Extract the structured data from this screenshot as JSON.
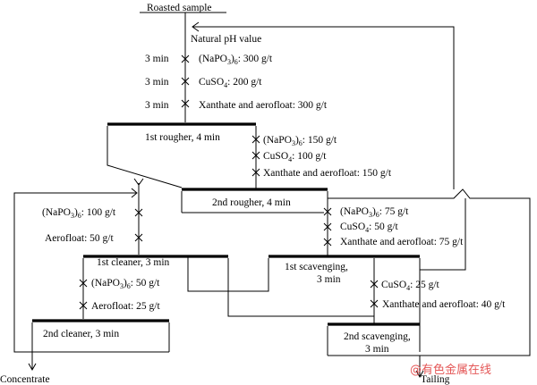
{
  "feed": {
    "label": "Roasted sample",
    "ph_note": "Natural pH value"
  },
  "conditioning": [
    {
      "time": "3 min",
      "prefix": "(NaPO",
      "sub": "3",
      "mid": ")",
      "sub2": "6",
      "suffix": ": 300 g/t"
    },
    {
      "time": "3 min",
      "prefix": "CuSO",
      "sub": "4",
      "mid": "",
      "sub2": "",
      "suffix": ": 200 g/t"
    },
    {
      "time": "3 min",
      "prefix": "Xanthate and aerofloat: 300 g/t",
      "sub": "",
      "mid": "",
      "sub2": "",
      "suffix": ""
    }
  ],
  "units": {
    "rougher1": "1st rougher, 4 min",
    "rougher2": "2nd rougher, 4 min",
    "cleaner1": "1st cleaner, 3 min",
    "cleaner2": "2nd cleaner, 3 min",
    "scav1_line1": "1st scavenging,",
    "scav1_line2": "3 min",
    "scav2_line1": "2nd scavenging,",
    "scav2_line2": "3 min"
  },
  "rougher2_reagents": [
    {
      "prefix": "(NaPO",
      "sub": "3",
      "mid": ")",
      "sub2": "6",
      "suffix": ": 150 g/t"
    },
    {
      "prefix": "CuSO",
      "sub": "4",
      "mid": "",
      "sub2": "",
      "suffix": ": 100 g/t"
    },
    {
      "prefix": "Xanthate and aerofloat: 150 g/t",
      "sub": "",
      "mid": "",
      "sub2": "",
      "suffix": ""
    }
  ],
  "cleaner1_reagents": [
    {
      "prefix": "(NaPO",
      "sub": "3",
      "mid": ")",
      "sub2": "6",
      "suffix": ": 100 g/t"
    },
    {
      "prefix": "Aerofloat: 50 g/t",
      "sub": "",
      "mid": "",
      "sub2": "",
      "suffix": ""
    }
  ],
  "cleaner2_reagents": [
    {
      "prefix": "(NaPO",
      "sub": "3",
      "mid": ")",
      "sub2": "6",
      "suffix": ": 50 g/t"
    },
    {
      "prefix": "Aerofloat: 25 g/t",
      "sub": "",
      "mid": "",
      "sub2": "",
      "suffix": ""
    }
  ],
  "scav1_reagents": [
    {
      "prefix": "(NaPO",
      "sub": "3",
      "mid": ")",
      "sub2": "6",
      "suffix": ": 75 g/t"
    },
    {
      "prefix": "CuSO",
      "sub": "4",
      "mid": "",
      "sub2": "",
      "suffix": ": 50 g/t"
    },
    {
      "prefix": "Xanthate and aerofloat: 75 g/t",
      "sub": "",
      "mid": "",
      "sub2": "",
      "suffix": ""
    }
  ],
  "scav2_reagents": [
    {
      "prefix": "CuSO",
      "sub": "4",
      "mid": "",
      "sub2": "",
      "suffix": ": 25 g/t"
    },
    {
      "prefix": "Xanthate and aerofloat: 40 g/t",
      "sub": "",
      "mid": "",
      "sub2": "",
      "suffix": ""
    }
  ],
  "products": {
    "concentrate": "Concentrate",
    "tailing": "Tailing"
  },
  "watermark": "@有色金属在线"
}
